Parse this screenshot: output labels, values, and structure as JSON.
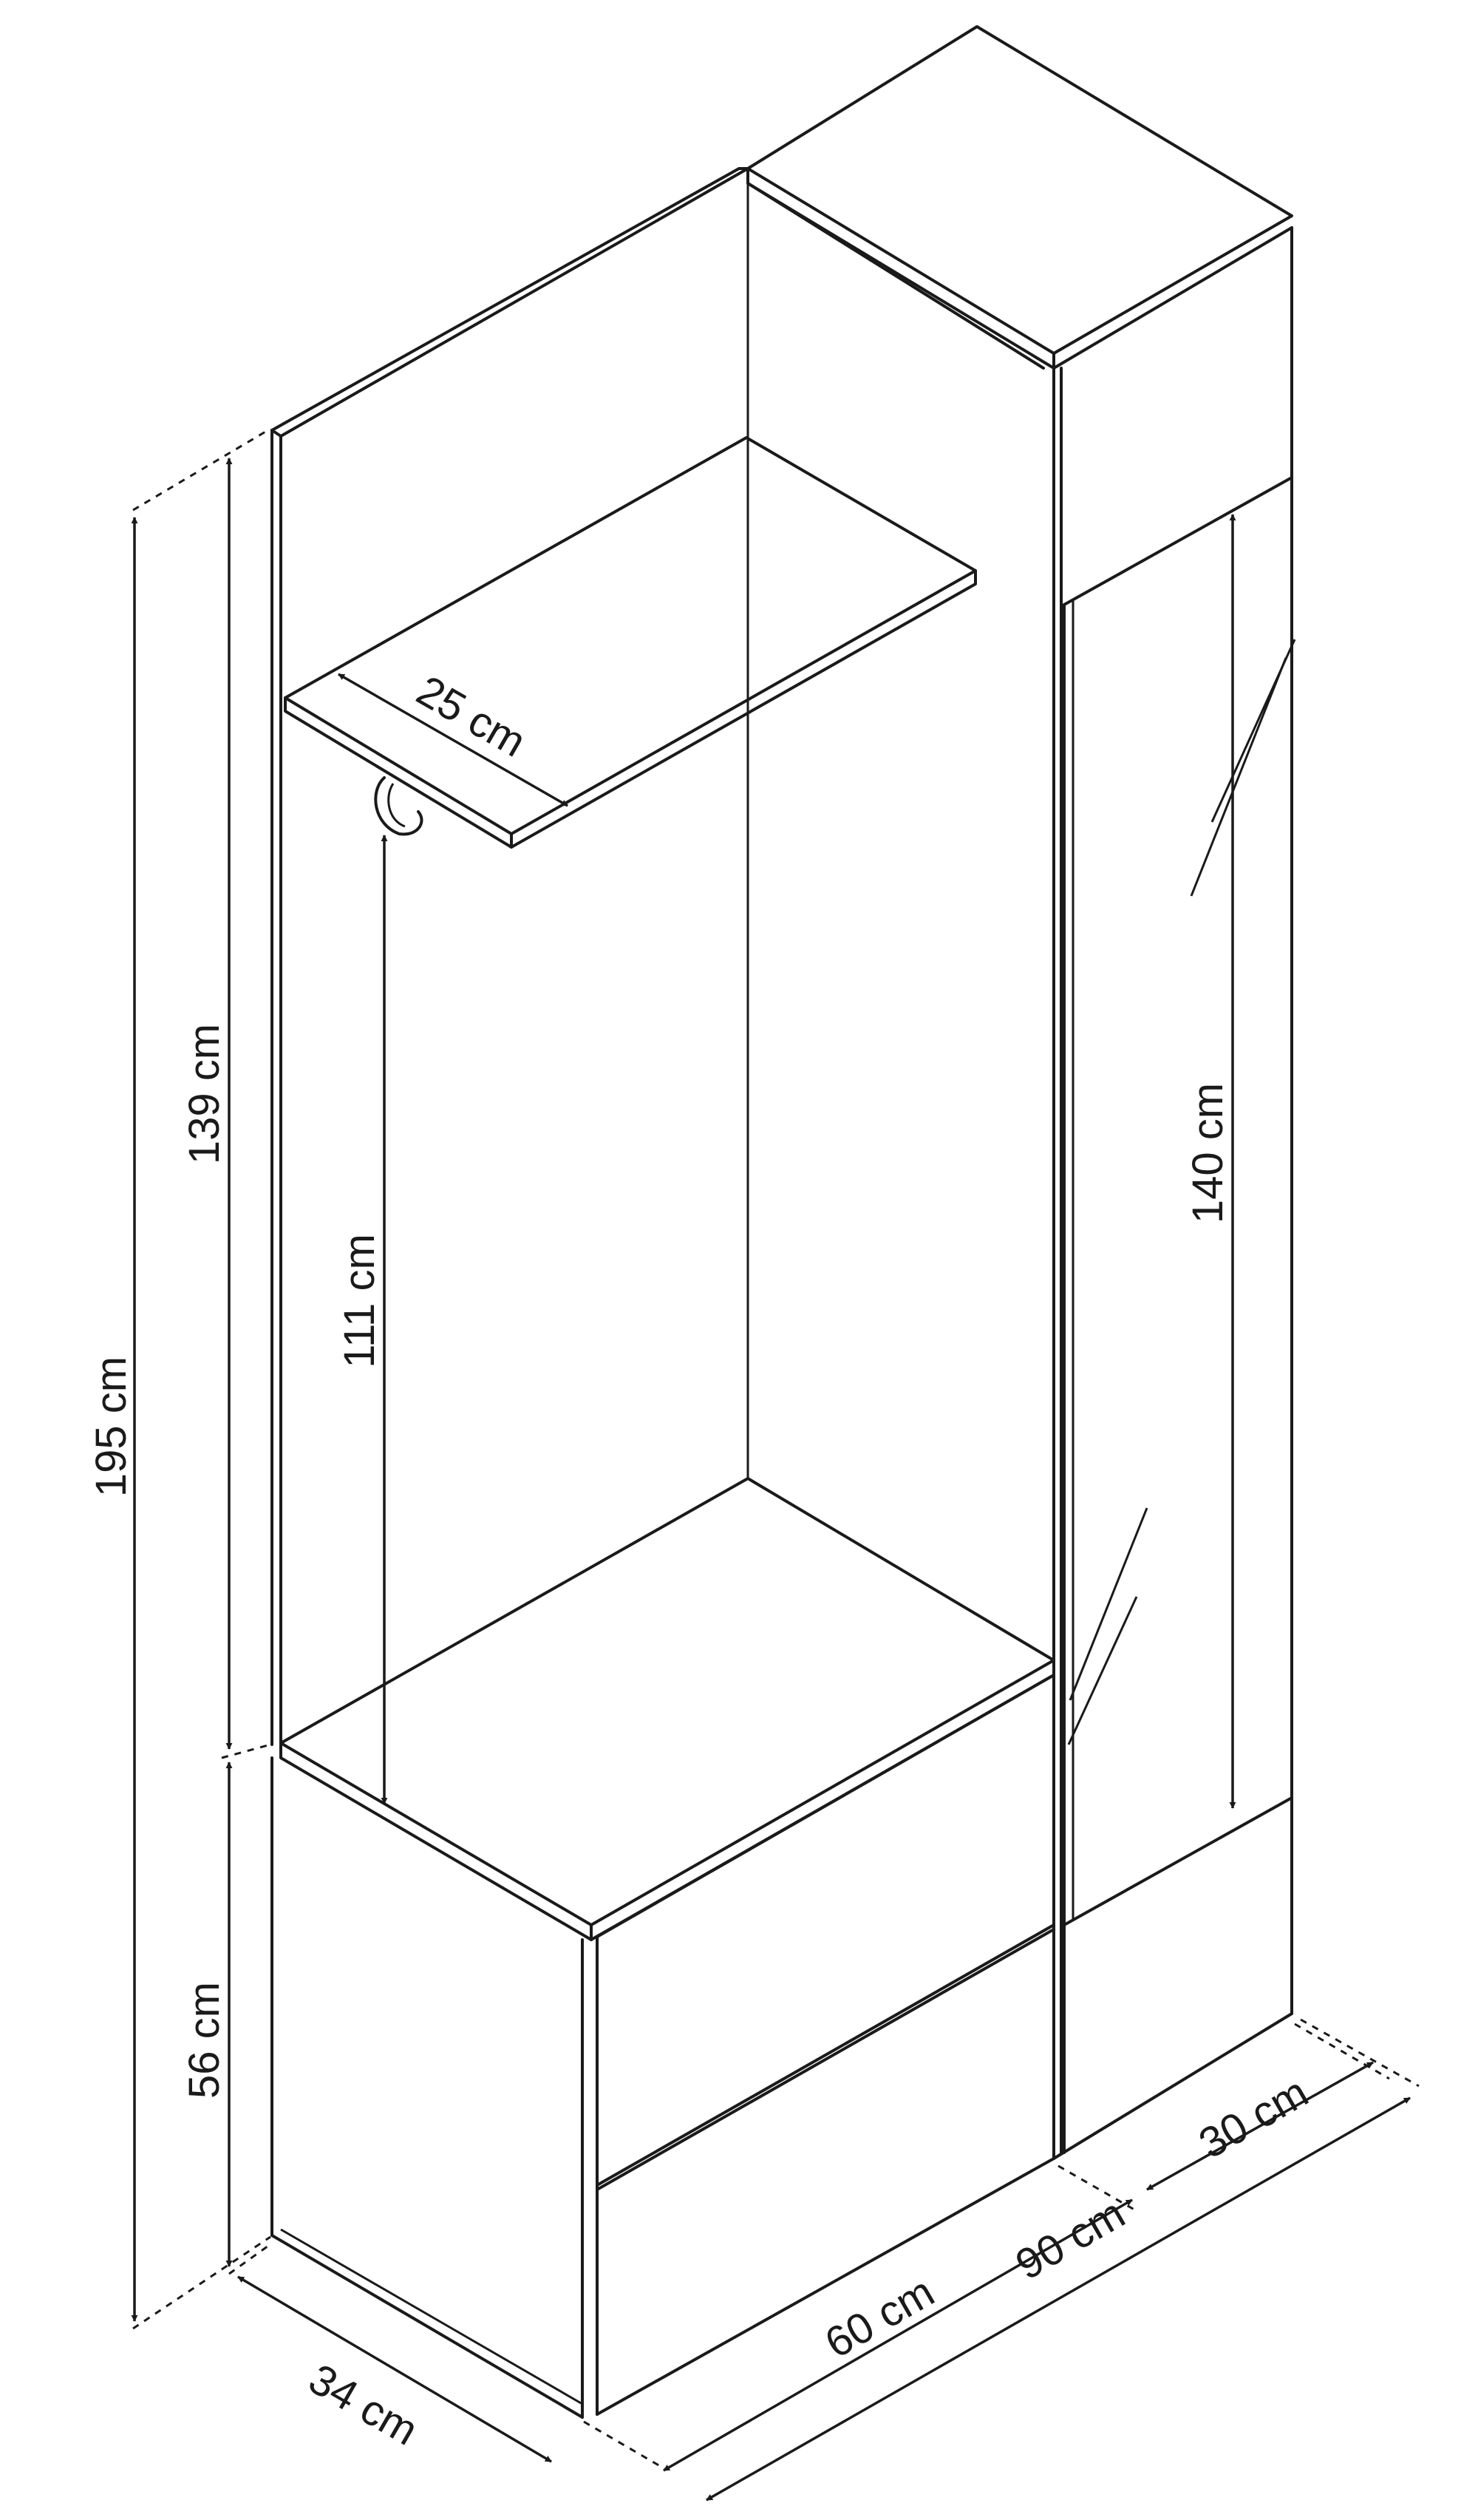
{
  "dimensions": {
    "total_height": "195 cm",
    "upper_height": "139 cm",
    "lower_height": "56 cm",
    "hanging_clearance": "111 cm",
    "shelf_depth": "25 cm",
    "mirror_height": "140 cm",
    "depth": "34 cm",
    "bench_width": "60 cm",
    "total_width": "90 cm",
    "cabinet_width": "30 cm"
  }
}
